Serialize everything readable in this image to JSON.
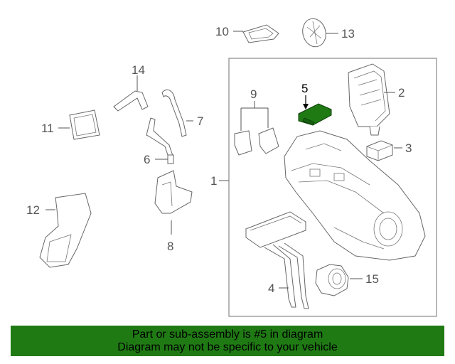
{
  "callouts": {
    "c1": "1",
    "c2": "2",
    "c3": "3",
    "c4": "4",
    "c5": "5",
    "c6": "6",
    "c7": "7",
    "c8": "8",
    "c9": "9",
    "c10": "10",
    "c11": "11",
    "c12": "12",
    "c13": "13",
    "c14": "14",
    "c15": "15"
  },
  "highlight": {
    "part_number": "5",
    "color": "#1f7a14"
  },
  "footer": {
    "line1": "Part or sub-assembly is #5 in diagram",
    "line2": "Diagram may not be specific to your vehicle",
    "background": "#1f7a14"
  }
}
